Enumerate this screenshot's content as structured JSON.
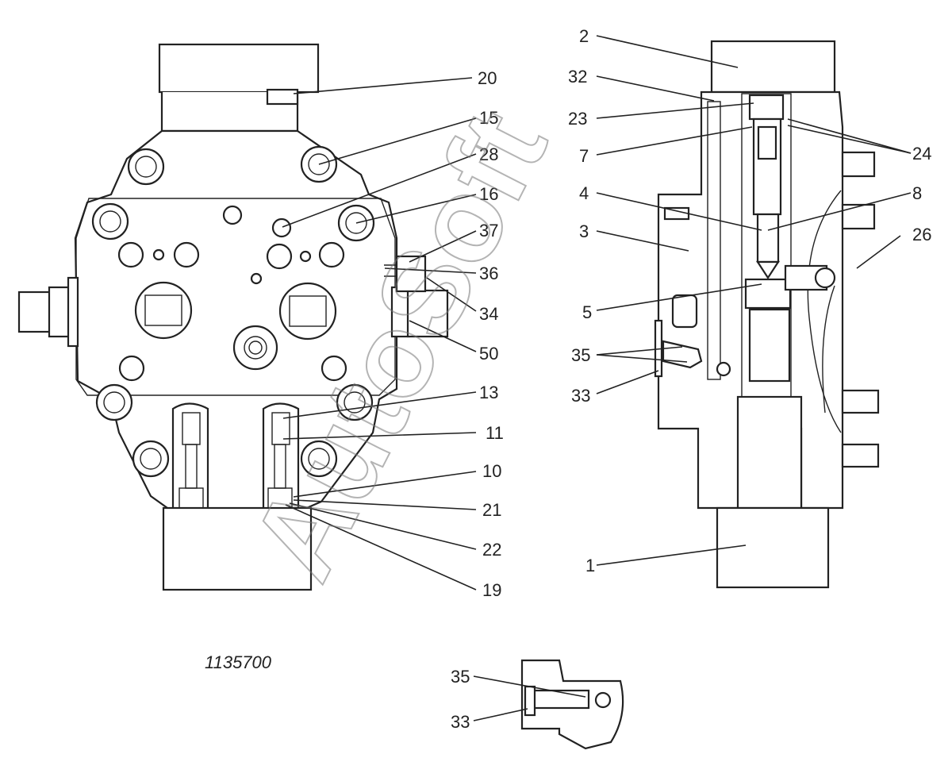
{
  "drawing_number": "1135700",
  "watermark": "AutoSoft",
  "left_view_callouts": [
    "20",
    "15",
    "28",
    "16",
    "37",
    "36",
    "34",
    "50",
    "13",
    "11",
    "10",
    "21",
    "22",
    "19"
  ],
  "right_view_callouts": [
    "2",
    "32",
    "23",
    "7",
    "24",
    "4",
    "8",
    "3",
    "26",
    "5",
    "35",
    "33",
    "1"
  ],
  "detail_view_callouts": [
    "35",
    "33"
  ]
}
